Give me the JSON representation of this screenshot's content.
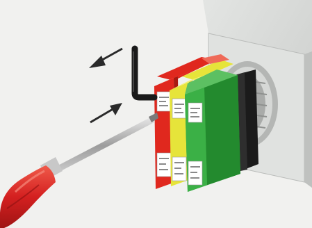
{
  "colors": {
    "background": "#f1f1ef",
    "panel": "#d4d6d4",
    "contact_red": "#e0281e",
    "contact_yellow": "#e6e43a",
    "contact_green": "#2f9e3a",
    "screwdriver_handle": "#d42020",
    "allen_key": "#1a1a1a",
    "arrow": "#2a2a2a"
  },
  "icons": {
    "arrow_remove": "arrow-up-left-icon",
    "arrow_insert": "arrow-down-right-icon",
    "allen_key": "allen-key-icon",
    "screwdriver": "screwdriver-icon"
  },
  "contact_blocks": [
    "red",
    "yellow",
    "green"
  ]
}
